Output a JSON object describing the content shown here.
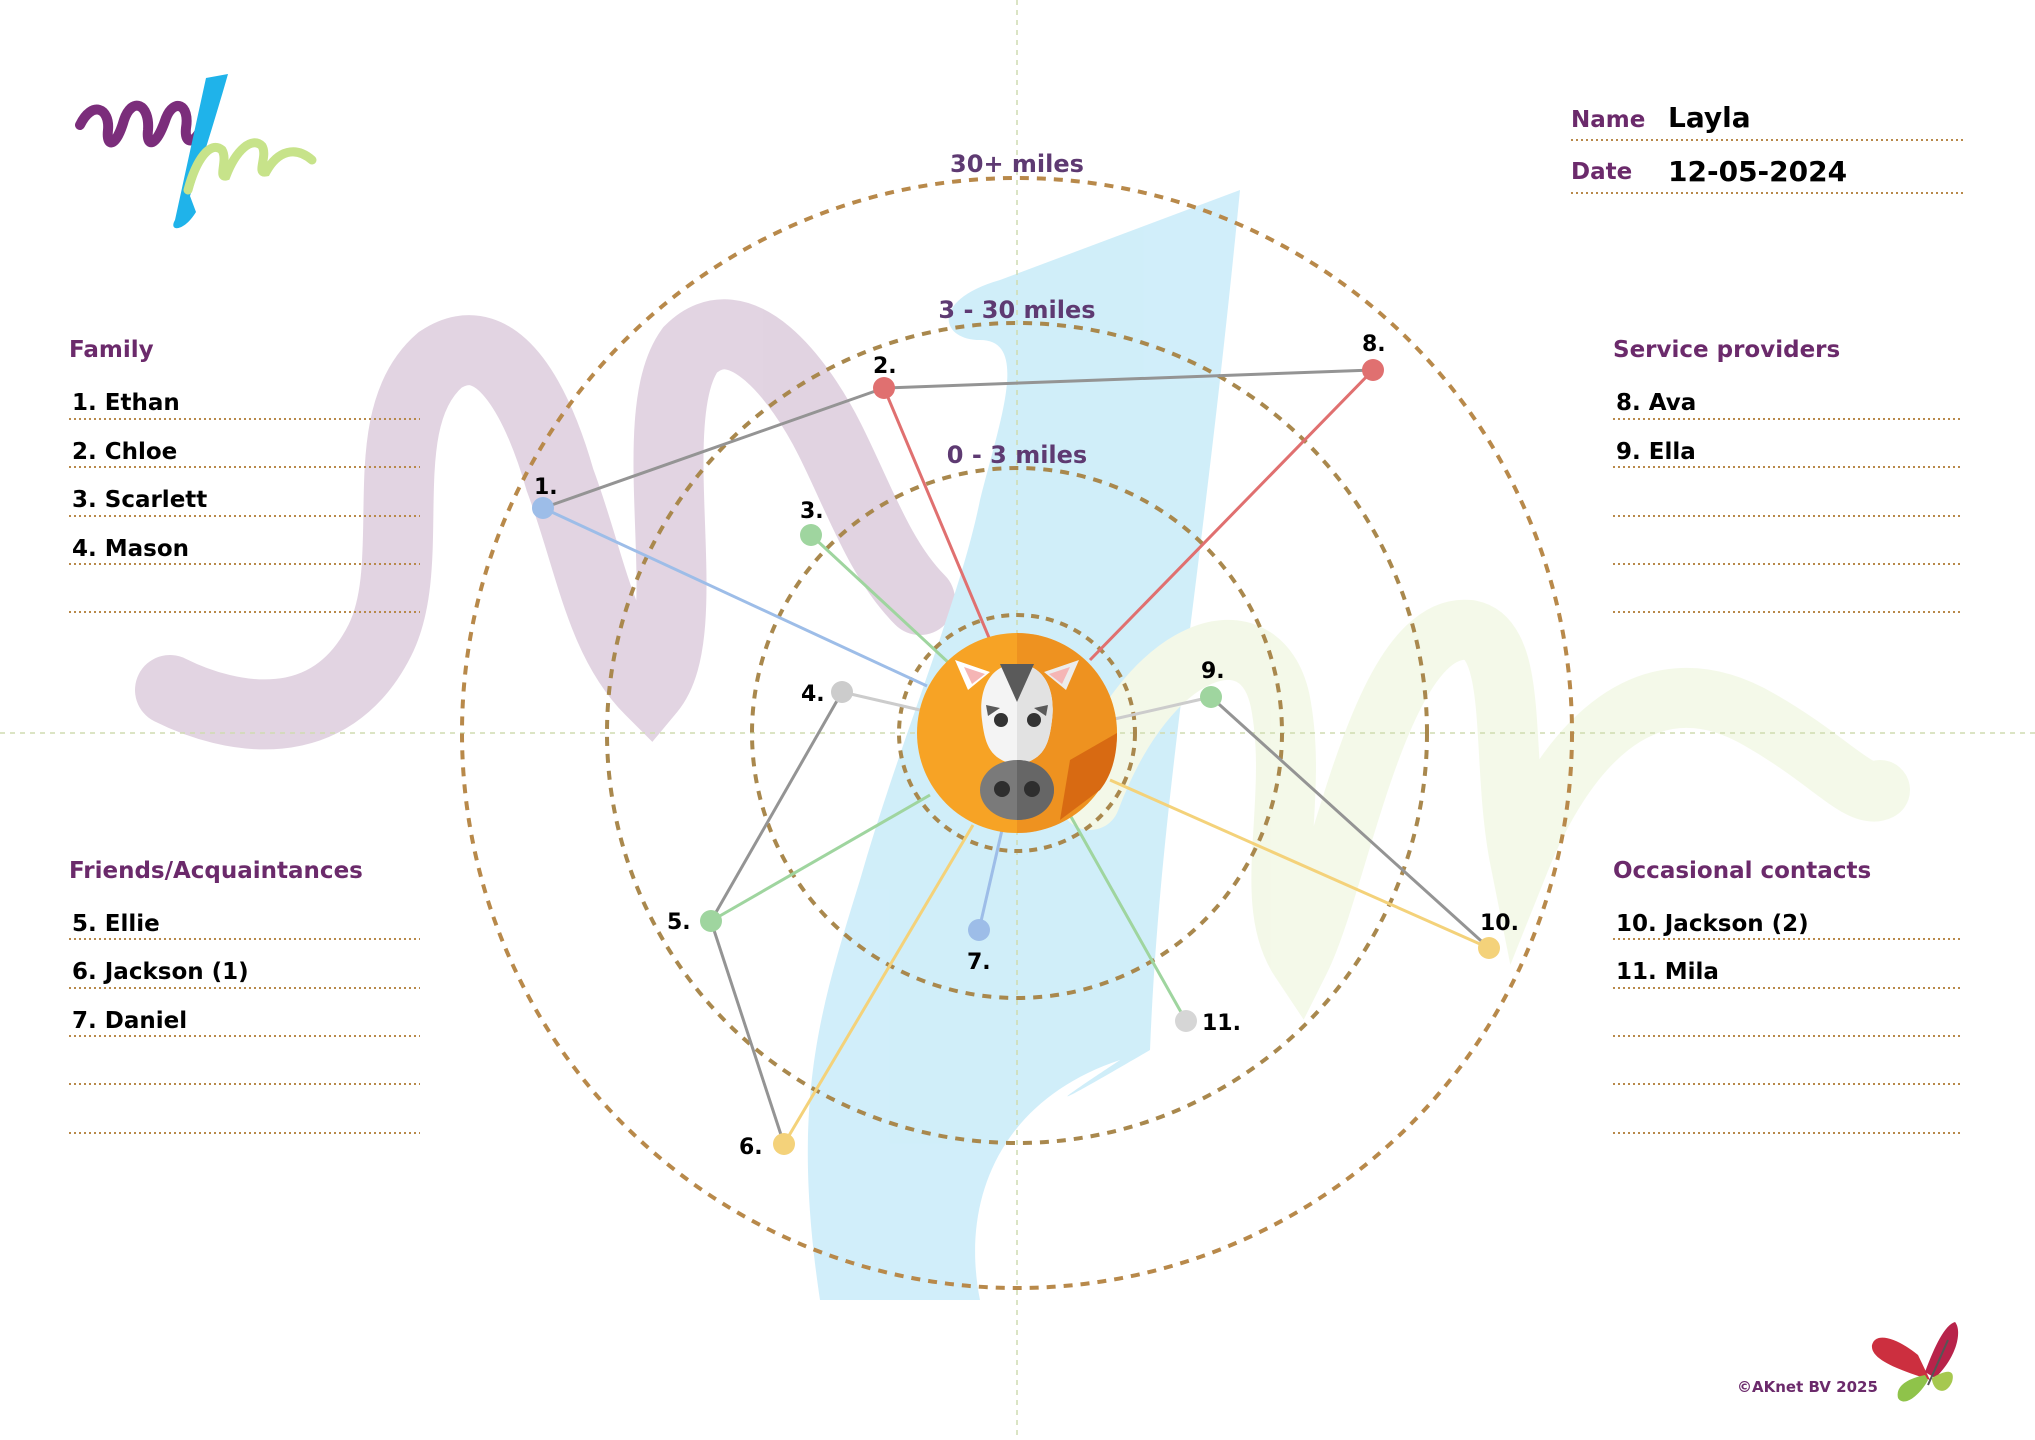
{
  "header": {
    "name_label": "Name",
    "name_value": "Layla",
    "date_label": "Date",
    "date_value": "12-05-2024"
  },
  "rings": {
    "inner": "0 - 3 miles",
    "middle": "3 - 30 miles",
    "outer": "30+ miles"
  },
  "groups": {
    "family": {
      "title": "Family",
      "items": [
        "1. Ethan",
        "2. Chloe",
        "3. Scarlett",
        "4. Mason",
        ""
      ]
    },
    "friends": {
      "title": "Friends/Acquaintances",
      "items": [
        "5. Ellie",
        "6. Jackson (1)",
        "7. Daniel",
        "",
        ""
      ]
    },
    "service": {
      "title": "Service providers",
      "items": [
        "8. Ava",
        "9. Ella",
        "",
        "",
        ""
      ]
    },
    "occasional": {
      "title": "Occasional contacts",
      "items": [
        "10. Jackson (2)",
        "11. Mila",
        "",
        "",
        ""
      ]
    }
  },
  "nodes": [
    {
      "label": "1.",
      "color": "#9dbde8"
    },
    {
      "label": "2.",
      "color": "#e07070"
    },
    {
      "label": "3.",
      "color": "#9fd59f"
    },
    {
      "label": "4.",
      "color": "#cccccc"
    },
    {
      "label": "5.",
      "color": "#9fd59f"
    },
    {
      "label": "6.",
      "color": "#f4d27a"
    },
    {
      "label": "7.",
      "color": "#9dbde8"
    },
    {
      "label": "8.",
      "color": "#e07070"
    },
    {
      "label": "9.",
      "color": "#9fd59f"
    },
    {
      "label": "10.",
      "color": "#f4d27a"
    },
    {
      "label": "11.",
      "color": "#d6d6d6"
    }
  ],
  "colors": {
    "accent_purple": "#6b2a6b",
    "ring_brown": "#b8894a",
    "center_orange": "#f7a325"
  },
  "footer": {
    "copyright": "©AKnet BV 2025"
  }
}
